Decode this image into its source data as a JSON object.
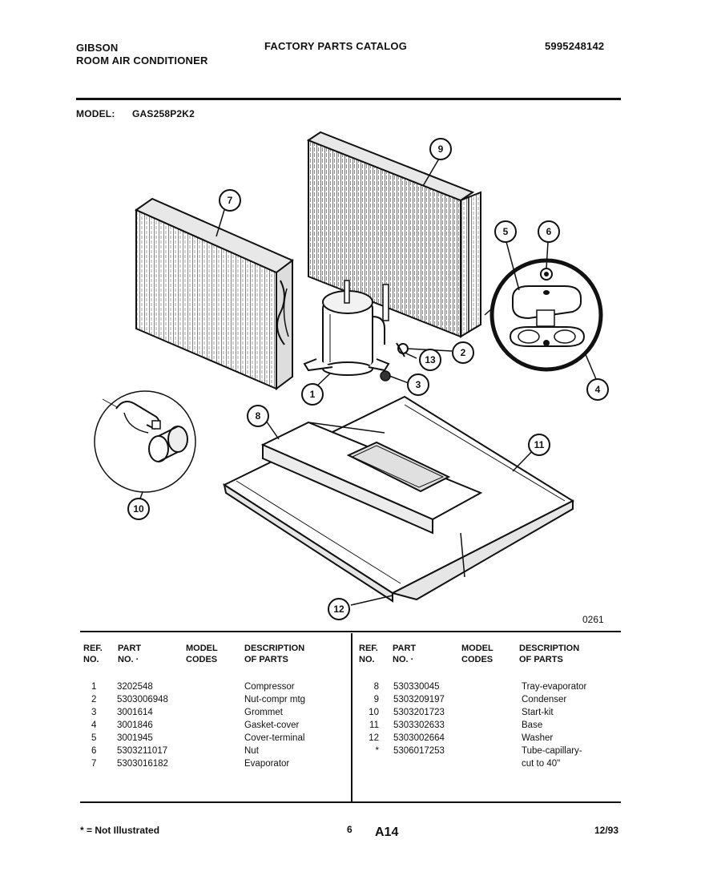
{
  "header": {
    "brand": "GIBSON",
    "product": "ROOM AIR CONDITIONER",
    "catalog_title": "FACTORY PARTS CATALOG",
    "catalog_number": "5995248142"
  },
  "model": {
    "label": "MODEL:",
    "value": "GAS258P2K2"
  },
  "diagram": {
    "callouts": [
      "1",
      "2",
      "3",
      "4",
      "5",
      "6",
      "7",
      "8",
      "9",
      "10",
      "11",
      "12",
      "13"
    ],
    "figure_code": "0261"
  },
  "table": {
    "headers": {
      "ref": [
        "REF.",
        "NO."
      ],
      "part": [
        "PART",
        "NO. ·"
      ],
      "model": [
        "MODEL",
        "CODES"
      ],
      "desc": [
        "DESCRIPTION",
        "OF PARTS"
      ]
    },
    "left_rows": [
      {
        "ref": "1",
        "part": "3202548",
        "codes": "",
        "desc": "Compressor"
      },
      {
        "ref": "2",
        "part": "5303006948",
        "codes": "",
        "desc": "Nut-compr mtg"
      },
      {
        "ref": "3",
        "part": "3001614",
        "codes": "",
        "desc": "Grommet"
      },
      {
        "ref": "4",
        "part": "3001846",
        "codes": "",
        "desc": "Gasket-cover"
      },
      {
        "ref": "5",
        "part": "3001945",
        "codes": "",
        "desc": "Cover-terminal"
      },
      {
        "ref": "6",
        "part": "5303211017",
        "codes": "",
        "desc": "Nut"
      },
      {
        "ref": "7",
        "part": "5303016182",
        "codes": "",
        "desc": "Evaporator"
      }
    ],
    "right_rows": [
      {
        "ref": "8",
        "part": "530330045",
        "codes": "",
        "desc": "Tray-evaporator"
      },
      {
        "ref": "9",
        "part": "5303209197",
        "codes": "",
        "desc": "Condenser"
      },
      {
        "ref": "10",
        "part": "5303201723",
        "codes": "",
        "desc": "Start-kit"
      },
      {
        "ref": "11",
        "part": "5303302633",
        "codes": "",
        "desc": "Base"
      },
      {
        "ref": "12",
        "part": "5303002664",
        "codes": "",
        "desc": "Washer"
      },
      {
        "ref": "*",
        "part": "5306017253",
        "codes": "",
        "desc": "Tube-capillary-"
      },
      {
        "ref": "",
        "part": "",
        "codes": "",
        "desc": "cut to 40\""
      }
    ]
  },
  "footer": {
    "note": "* = Not Illustrated",
    "page": "6",
    "section": "A14",
    "date": "12/93"
  }
}
